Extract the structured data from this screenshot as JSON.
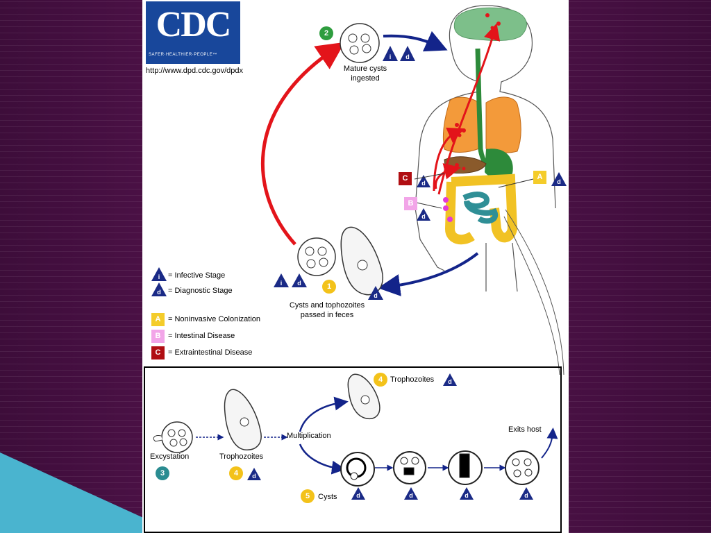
{
  "logo": {
    "text": "CDC",
    "tagline": "SAFER·HEALTHIER·PEOPLE™"
  },
  "url": "http://www.dpd.cdc.gov/dpdx",
  "stages": {
    "s1": {
      "num": "1",
      "label_line1": "Cysts and tophozoites",
      "label_line2": "passed in feces"
    },
    "s2": {
      "num": "2",
      "label_line1": "Mature cysts",
      "label_line2": "ingested"
    },
    "s3": {
      "num": "3",
      "label": "Excystation"
    },
    "s4a": {
      "num": "4",
      "label": "Trophozoites"
    },
    "s4b": {
      "num": "4",
      "label": "Trophozoites"
    },
    "s5": {
      "num": "5",
      "label": "Cysts"
    }
  },
  "inset": {
    "multiplication": "Multiplication",
    "exits_host": "Exits host"
  },
  "legend": {
    "infective": {
      "symbol": "i",
      "text": "= Infective Stage"
    },
    "diagnostic": {
      "symbol": "d",
      "text": "= Diagnostic Stage"
    },
    "a": {
      "symbol": "A",
      "text": "= Noninvasive Colonization"
    },
    "b": {
      "symbol": "B",
      "text": "= Intestinal Disease"
    },
    "c": {
      "symbol": "C",
      "text": "= Extraintestinal Disease"
    }
  },
  "colors": {
    "stage_green": "#2e9d3e",
    "stage_yellow": "#f3c21a",
    "stage_teal": "#2a8c91",
    "badge_a": "#f4cc2a",
    "badge_b": "#f2a5e8",
    "badge_c": "#b00e12",
    "arrow_red": "#e3141a",
    "arrow_blue": "#13248a",
    "tri_blue": "#1a2a86"
  }
}
